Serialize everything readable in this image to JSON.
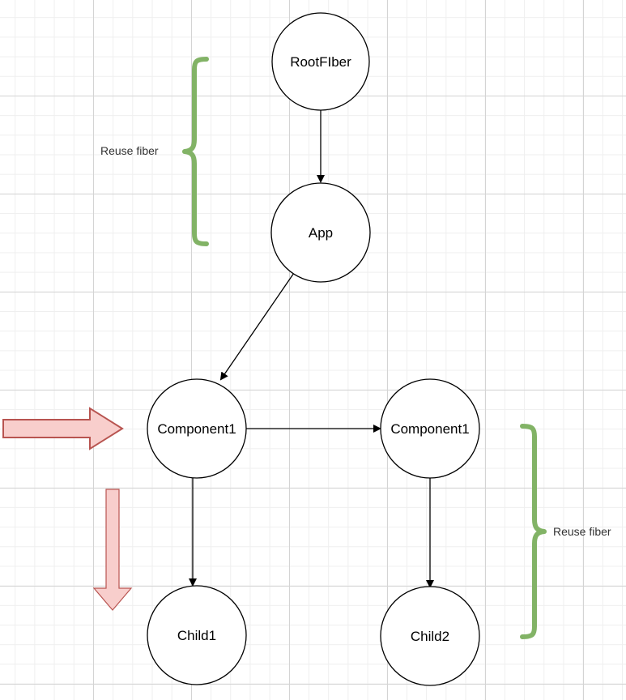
{
  "nodes": {
    "root_fiber": "RootFIber",
    "app": "App",
    "component1_left": "Component1",
    "component1_right": "Component1",
    "child1": "Child1",
    "child2": "Child2"
  },
  "annotations": {
    "top_brace_label": "Reuse fiber",
    "right_brace_label": "Reuse fiber"
  },
  "colors": {
    "brace_green": "#82b366",
    "arrow_red_stroke": "#b85450",
    "arrow_red_fill": "#f8cecc"
  }
}
